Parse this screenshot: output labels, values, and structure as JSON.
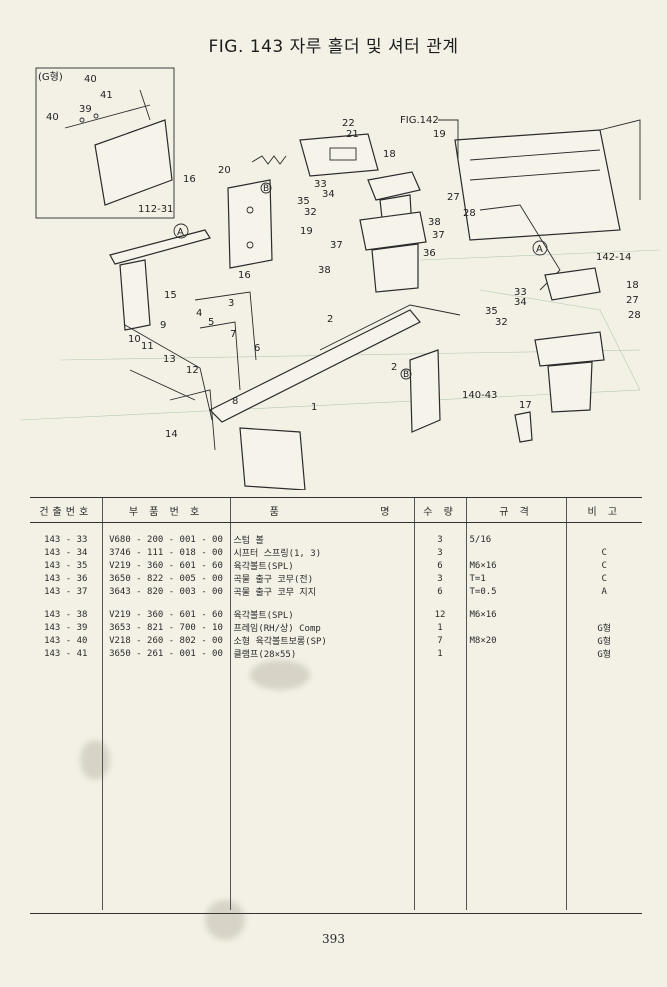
{
  "title": "FIG. 143 자루 홀더 및 셔터 관계",
  "page_number": "393",
  "diagram": {
    "inset_label": "(G형)",
    "inset_code": "112-31",
    "fig_ref": "FIG.142",
    "ref_142_14": "142-14",
    "ref_140_43": "140-43",
    "callout_a": "A",
    "callout_b": "B",
    "part_numbers": {
      "n1": "1",
      "n2": "2",
      "n3": "3",
      "n4": "4",
      "n5": "5",
      "n6": "6",
      "n7": "7",
      "n8": "8",
      "n9": "9",
      "n10": "10",
      "n11": "11",
      "n12": "12",
      "n13": "13",
      "n14": "14",
      "n15": "15",
      "n16": "16",
      "n17": "17",
      "n18": "18",
      "n19": "19",
      "n20": "20",
      "n21": "21",
      "n22": "22",
      "n27": "27",
      "n28": "28",
      "n32": "32",
      "n33": "33",
      "n34": "34",
      "n35": "35",
      "n36": "36",
      "n37": "37",
      "n38": "38",
      "n39": "39",
      "n40": "40",
      "n41": "41"
    }
  },
  "table": {
    "headers": [
      "건출번호",
      "부 품 번 호",
      "품",
      "명",
      "수 량",
      "규 격",
      "비 고"
    ],
    "rows_group1": [
      {
        "no": "143 - 33",
        "part": "V680 - 200 - 001 - 00",
        "name": "스텀 볼",
        "qty": "3",
        "spec": "5/16",
        "note": ""
      },
      {
        "no": "143 - 34",
        "part": "3746 - 111 - 018 - 00",
        "name": "시프터 스프링(1, 3)",
        "qty": "3",
        "spec": "",
        "note": "C"
      },
      {
        "no": "143 - 35",
        "part": "V219 - 360 - 601 - 60",
        "name": "육각볼트(SPL)",
        "qty": "6",
        "spec": "M6×16",
        "note": "C"
      },
      {
        "no": "143 - 36",
        "part": "3650 - 822 - 005 - 00",
        "name": "곡물 출구 코무(전)",
        "qty": "3",
        "spec": "T=1",
        "note": "C"
      },
      {
        "no": "143 - 37",
        "part": "3643 - 820 - 003 - 00",
        "name": "곡물 출구 코무 지지",
        "qty": "6",
        "spec": "T=0.5",
        "note": "A"
      }
    ],
    "rows_group2": [
      {
        "no": "143 - 38",
        "part": "V219 - 360 - 601 - 60",
        "name": "육각볼트(SPL)",
        "qty": "12",
        "spec": "M6×16",
        "note": ""
      },
      {
        "no": "143 - 39",
        "part": "3653 - 821 - 700 - 10",
        "name": "프레임(RH/상) Comp",
        "qty": "1",
        "spec": "",
        "note": "G형"
      },
      {
        "no": "143 - 40",
        "part": "V218 - 260 - 802 - 00",
        "name": "소형 육각볼트보롱(SP)",
        "qty": "7",
        "spec": "M8×20",
        "note": "G형"
      },
      {
        "no": "143 - 41",
        "part": "3650 - 261 - 001 - 00",
        "name": "클램프(28×55)",
        "qty": "1",
        "spec": "",
        "note": "G형"
      }
    ]
  }
}
